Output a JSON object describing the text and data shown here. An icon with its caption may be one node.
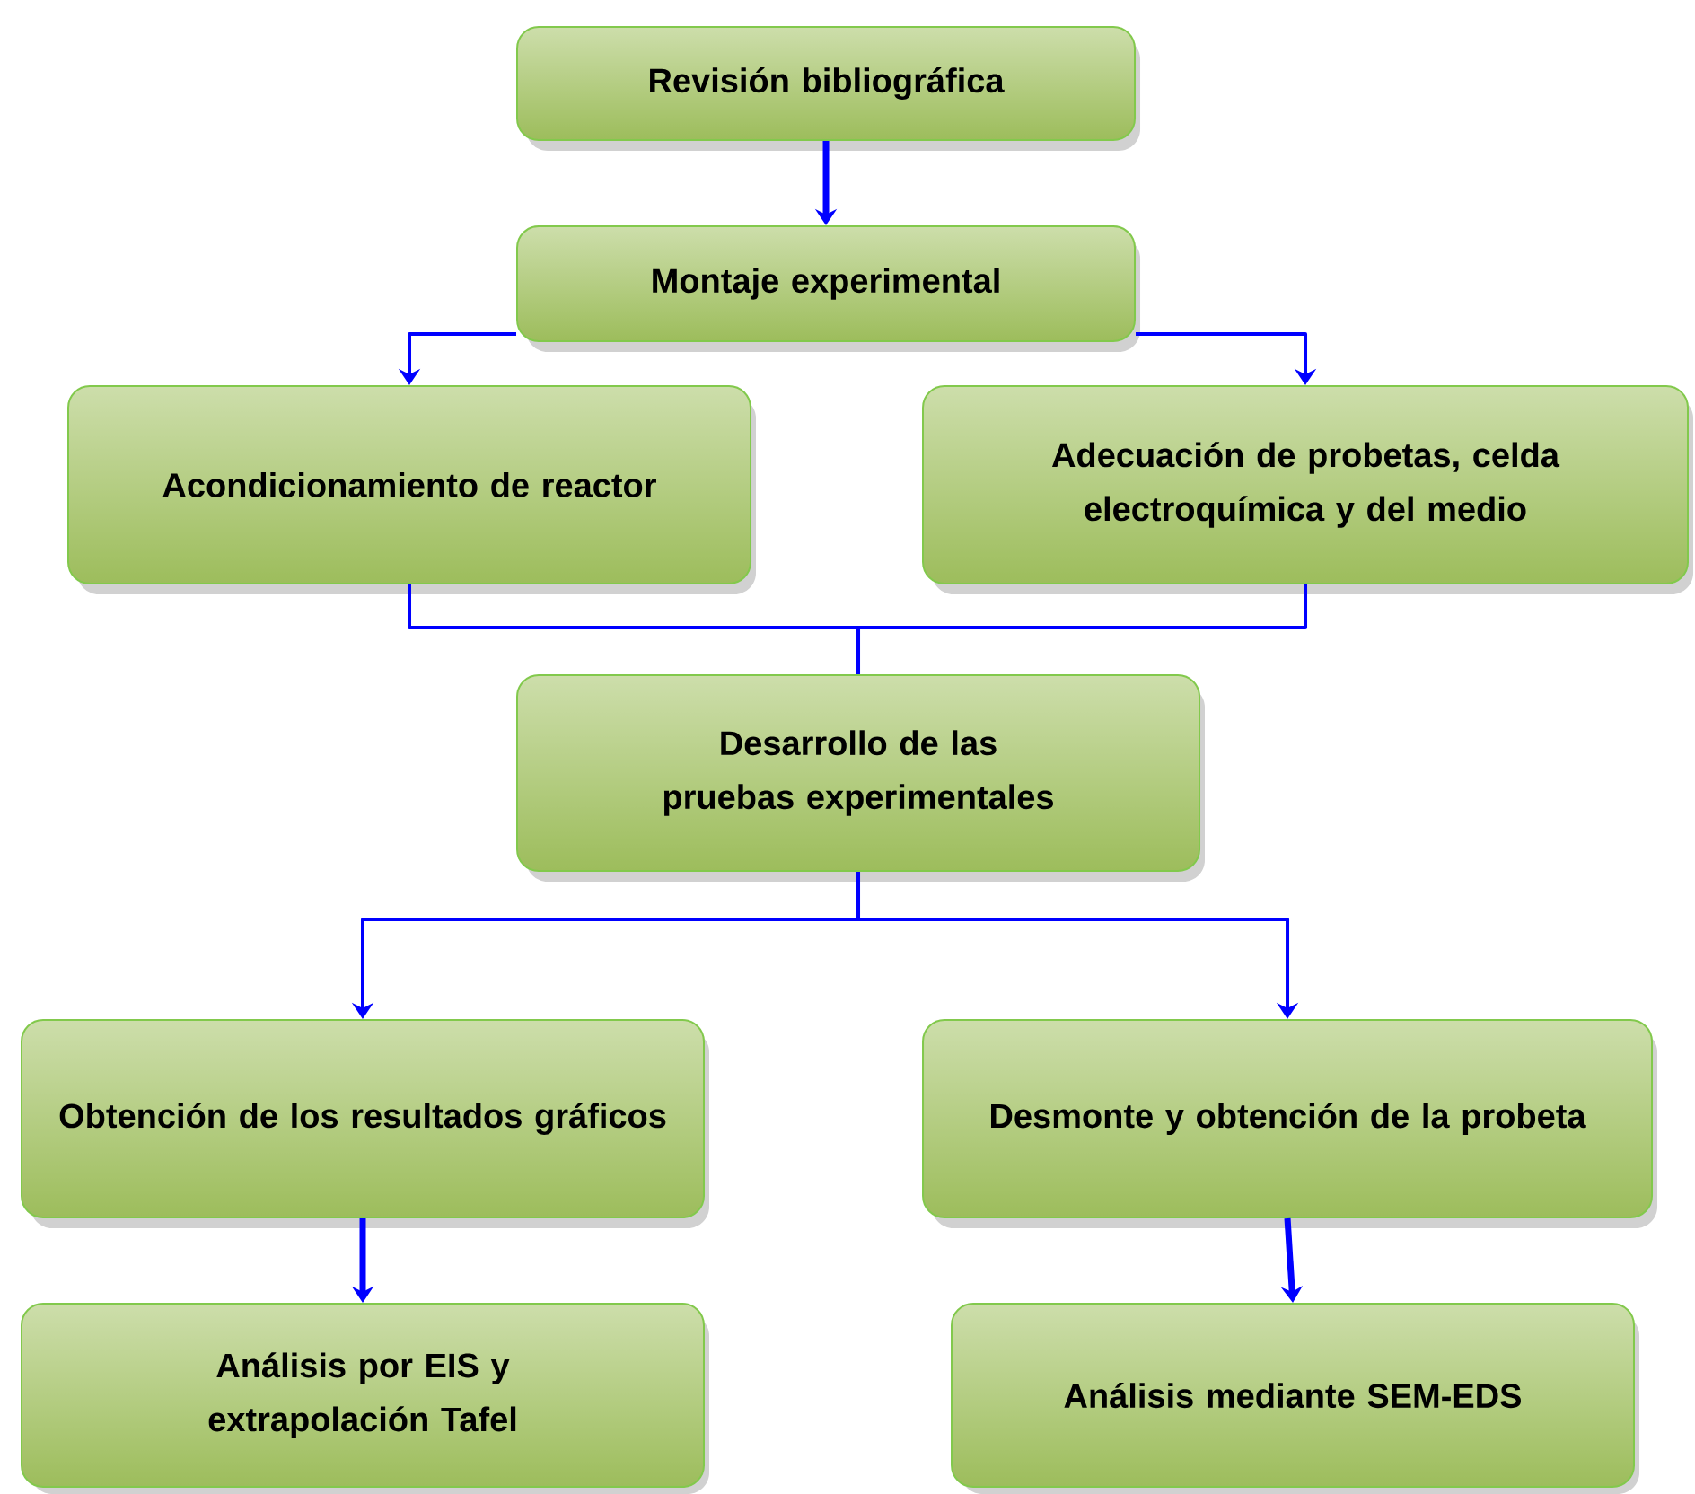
{
  "diagram": {
    "nodes": [
      {
        "text": [
          "Revisión bibliográfica"
        ]
      },
      {
        "text": [
          "Montaje experimental"
        ]
      },
      {
        "text": [
          "Acondicionamiento de reactor"
        ]
      },
      {
        "text": [
          "Adecuación de probetas, celda electroquímica y del medio"
        ]
      },
      {
        "text": [
          "Desarrollo de las pruebas experimentales"
        ]
      },
      {
        "text": [
          "Obtención de los resultados gráficos"
        ]
      },
      {
        "text": [
          "Desmonte y obtención de la probeta"
        ]
      },
      {
        "text": [
          "Análisis por EIS y extrapolación Tafel"
        ]
      },
      {
        "text": [
          "Análisis mediante SEM-EDS"
        ]
      }
    ],
    "edges": [
      {
        "from": 0,
        "to": 1,
        "arrow": "to"
      },
      {
        "from": 1,
        "to": 2,
        "arrow": "to"
      },
      {
        "from": 1,
        "to": 3,
        "arrow": "to"
      },
      {
        "from": 2,
        "to": 4,
        "arrow": "none"
      },
      {
        "from": 3,
        "to": 4,
        "arrow": "none"
      },
      {
        "from": 4,
        "to": 5,
        "arrow": "to"
      },
      {
        "from": 4,
        "to": 6,
        "arrow": "to"
      },
      {
        "from": 5,
        "to": 7,
        "arrow": "to"
      },
      {
        "from": 6,
        "to": 8,
        "arrow": "to"
      }
    ]
  }
}
